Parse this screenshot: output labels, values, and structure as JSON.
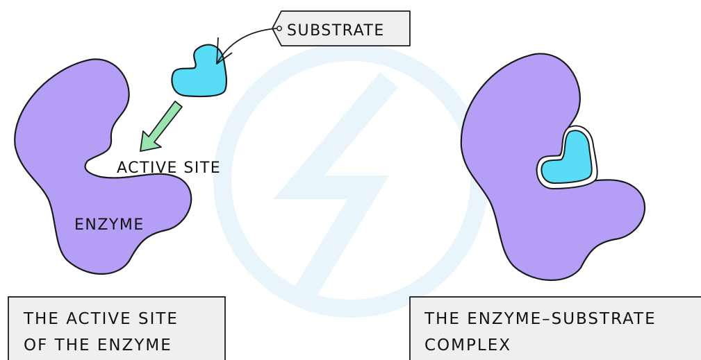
{
  "labels": {
    "substrate": "SUBSTRATE",
    "active_site": "ACTIVE SITE",
    "enzyme": "ENZYME"
  },
  "captions": {
    "left": {
      "line1": "THE ACTIVE SITE",
      "line2": "OF THE ENZYME"
    },
    "right": {
      "line1": "THE ENZYME–SUBSTRATE",
      "line2": "COMPLEX"
    }
  },
  "colors": {
    "enzyme": "#b49ef6",
    "substrate": "#59dcf5",
    "arrow": "#9be3b0",
    "caption_bg": "#efefef",
    "watermark": "#eaf5fb",
    "outline": "#1a1a1a"
  }
}
